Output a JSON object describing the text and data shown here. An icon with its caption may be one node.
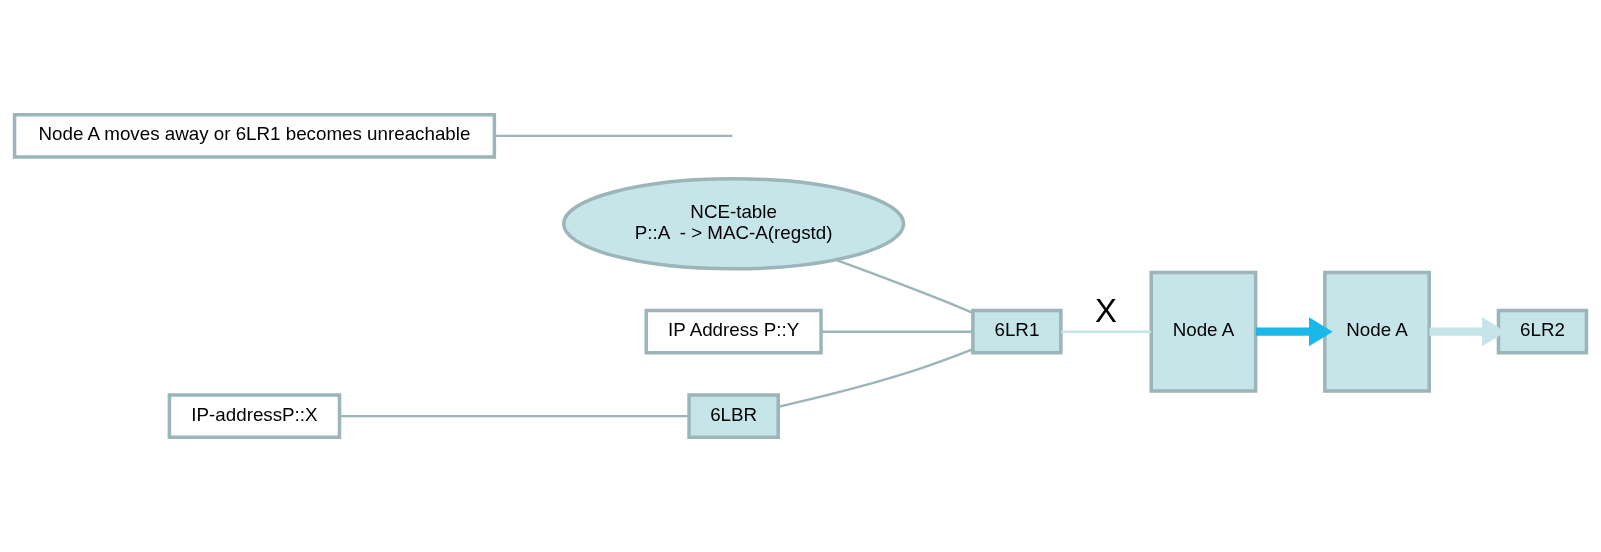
{
  "diagram": {
    "nodes": [
      {
        "text": [
          "6LBR"
        ]
      },
      {
        "text": [
          "IP-addressP::X"
        ]
      },
      {
        "text": [
          "NCE-table",
          "P::A  - > MAC-A(regstd)"
        ]
      },
      {
        "text": [
          "6LR1"
        ]
      },
      {
        "text": [
          "IP Address P::Y"
        ]
      },
      {
        "text": [
          "6LR2"
        ]
      },
      {
        "text": [
          "Node A"
        ]
      },
      {
        "text": [
          "Node A"
        ]
      },
      {
        "text": [
          "Node A moves away or 6LR1 becomes unreachable"
        ]
      }
    ],
    "edges": [
      {
        "from": 1,
        "to": 0,
        "arrow": "none"
      },
      {
        "from": 0,
        "to": 3,
        "arrow": "none"
      },
      {
        "from": 2,
        "to": 3,
        "arrow": "none"
      },
      {
        "from": 4,
        "to": 3,
        "arrow": "none"
      },
      {
        "from": 3,
        "to": 6,
        "arrow": "none",
        "label": "X",
        "color": "#c5e5e8"
      },
      {
        "from": 6,
        "to": 7,
        "arrow": "to",
        "style": "thick",
        "color": "#1ab8e8"
      },
      {
        "from": 7,
        "to": 5,
        "arrow": "to",
        "style": "thick",
        "color": "#c5e5e8"
      },
      {
        "from": 8,
        "to": null,
        "arrow": "none"
      }
    ]
  }
}
